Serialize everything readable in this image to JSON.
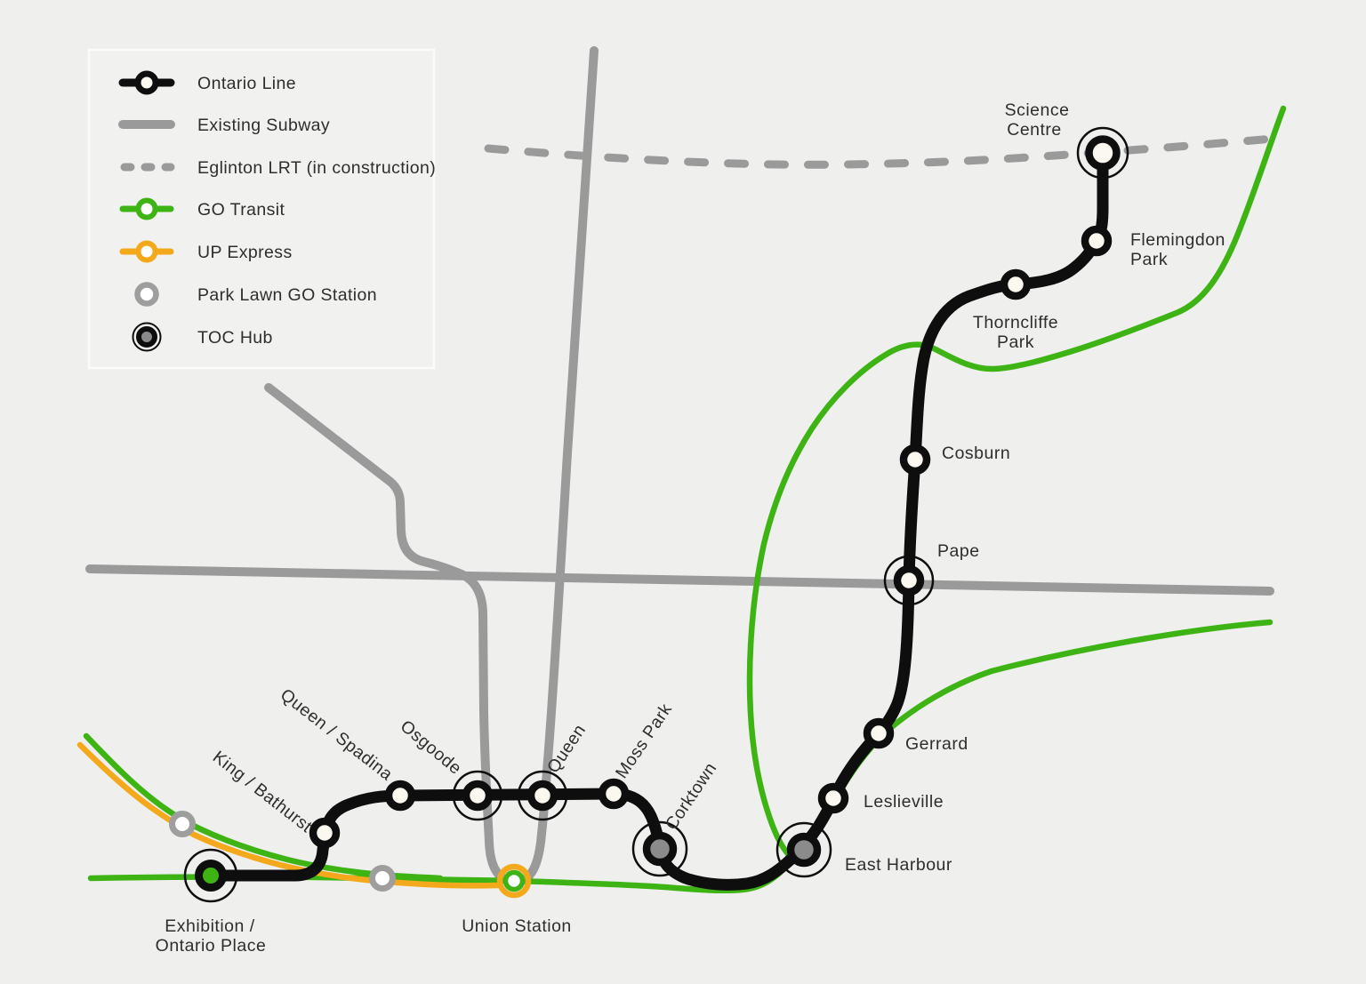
{
  "colors": {
    "bg": "#efefed",
    "panel": "#f1f1ef",
    "panel_border": "#fbfbf9",
    "ink": "#0e0e0e",
    "subway": "#9a9a9a",
    "green": "#3eb414",
    "yellow": "#f4a81c",
    "hub": "#8b8b8b",
    "cream": "#fbf9ef",
    "lawn": "#9e9e9e",
    "text": "#2e2e2e"
  },
  "legend": {
    "items": [
      {
        "label": "Ontario Line"
      },
      {
        "label": "Existing Subway"
      },
      {
        "label": "Eglinton LRT (in construction)"
      },
      {
        "label": "GO Transit"
      },
      {
        "label": "UP Express"
      },
      {
        "label": "Park Lawn GO Station"
      },
      {
        "label": "TOC Hub"
      }
    ]
  },
  "stations": {
    "exhibition": {
      "line1": "Exhibition /",
      "line2": "Ontario Place"
    },
    "union": {
      "label": "Union Station"
    },
    "king_bathurst": {
      "label": "King / Bathurst"
    },
    "queen_spadina": {
      "label": "Queen / Spadina"
    },
    "osgoode": {
      "label": "Osgoode"
    },
    "queen": {
      "label": "Queen"
    },
    "moss_park": {
      "label": "Moss Park"
    },
    "corktown": {
      "label": "Corktown"
    },
    "east_harbour": {
      "label": "East Harbour"
    },
    "leslieville": {
      "label": "Leslieville"
    },
    "gerrard": {
      "label": "Gerrard"
    },
    "pape": {
      "label": "Pape"
    },
    "cosburn": {
      "label": "Cosburn"
    },
    "thorncliffe": {
      "line1": "Thorncliffe",
      "line2": "Park"
    },
    "flemingdon": {
      "line1": "Flemingdon",
      "line2": "Park"
    },
    "science_centre": {
      "line1": "Science",
      "line2": "Centre"
    }
  }
}
